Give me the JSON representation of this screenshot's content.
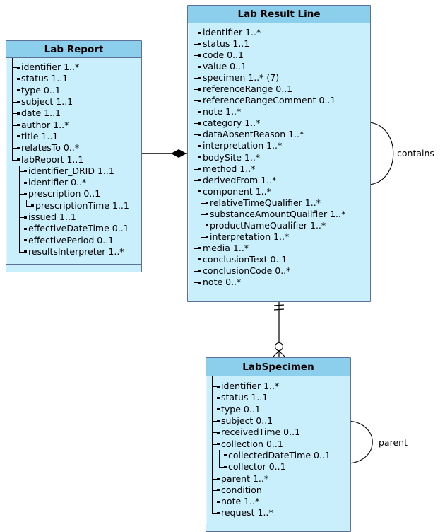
{
  "diagram": {
    "colors": {
      "header_fill": "#8bcfec",
      "body_fill": "#c9eefc",
      "border": "#5f7096",
      "line": "#000000"
    },
    "relations": {
      "contains_label": "contains",
      "parent_label": "parent"
    },
    "entities": [
      {
        "title": "Lab Report",
        "attributes": [
          {
            "label": "identifier 1..*"
          },
          {
            "label": "status 1..1"
          },
          {
            "label": "type 0..1"
          },
          {
            "label": "subject 1..1"
          },
          {
            "label": "date 1..1"
          },
          {
            "label": "author 1..*"
          },
          {
            "label": "title 1..1"
          },
          {
            "label": "relatesTo 0..*"
          },
          {
            "label": "labReport 1..1",
            "children": [
              {
                "label": "identifier_DRID 1..1"
              },
              {
                "label": "identifier 0..*"
              },
              {
                "label": "prescription 0..1",
                "children": [
                  {
                    "label": "prescriptionTime 1..1"
                  }
                ]
              },
              {
                "label": "issued 1..1"
              },
              {
                "label": "effectiveDateTime 0..1"
              },
              {
                "label": "effectivePeriod 0..1"
              },
              {
                "label": "resultsInterpreter 1..*"
              }
            ]
          }
        ]
      },
      {
        "title": "Lab Result Line",
        "attributes": [
          {
            "label": "identifier 1..*"
          },
          {
            "label": "status 1..1"
          },
          {
            "label": "code 0..1"
          },
          {
            "label": "value 0..1"
          },
          {
            "label": "specimen 1..* (7)"
          },
          {
            "label": "referenceRange 0..1"
          },
          {
            "label": "referenceRangeComment 0..1"
          },
          {
            "label": "note 1..*"
          },
          {
            "label": "category 1..*"
          },
          {
            "label": "dataAbsentReason 1..*"
          },
          {
            "label": "interpretation 1..*"
          },
          {
            "label": "bodySite 1..*"
          },
          {
            "label": "method 1..*"
          },
          {
            "label": "derivedFrom 1..*"
          },
          {
            "label": "component 1..*",
            "children": [
              {
                "label": "relativeTimeQualifier 1..*"
              },
              {
                "label": "substanceAmountQualifier 1..*"
              },
              {
                "label": "productNameQualifier 1..*"
              },
              {
                "label": "interpretation 1..*"
              }
            ]
          },
          {
            "label": "media 1..*"
          },
          {
            "label": "conclusionText 0..1"
          },
          {
            "label": "conclusionCode 0..*"
          },
          {
            "label": "note 0..*"
          }
        ]
      },
      {
        "title": "LabSpecimen",
        "attributes": [
          {
            "label": "identifier 1..*"
          },
          {
            "label": "status 1..1"
          },
          {
            "label": "type 0..1"
          },
          {
            "label": "subject 0..1"
          },
          {
            "label": "receivedTime 0..1"
          },
          {
            "label": "collection 0..1",
            "children": [
              {
                "label": "collectedDateTime 0..1"
              },
              {
                "label": "collector 0..1"
              }
            ]
          },
          {
            "label": "parent 1..*"
          },
          {
            "label": "condition"
          },
          {
            "label": "note 1..*"
          },
          {
            "label": "request 1..*"
          }
        ]
      }
    ]
  }
}
